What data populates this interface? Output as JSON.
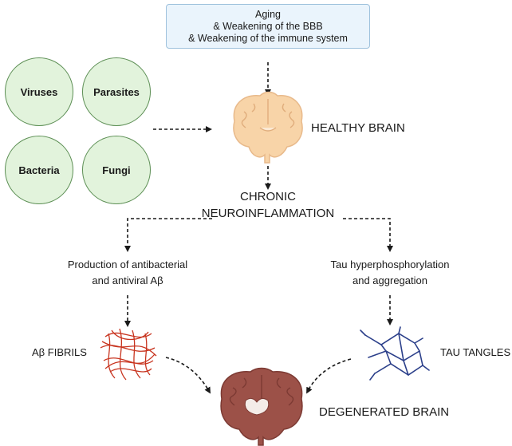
{
  "top_box": {
    "line1": "Aging",
    "line2": "& Weakening of the BBB",
    "line3": "& Weakening of the immune system"
  },
  "pathogens": [
    "Viruses",
    "Parasites",
    "Bacteria",
    "Fungi"
  ],
  "healthy_brain_label": "HEALTHY BRAIN",
  "neuroinflammation": {
    "line1": "CHRONIC",
    "line2": "NEUROINFLAMMATION"
  },
  "left_branch": {
    "line1": "Production of antibacterial",
    "line2": "and antiviral Aβ"
  },
  "right_branch": {
    "line1": "Tau hyperphosphorylation",
    "line2": "and aggregation"
  },
  "fibrils_label": "Aβ FIBRILS",
  "tangles_label": "TAU TANGLES",
  "degenerated_brain_label": "DEGENERATED BRAIN",
  "colors": {
    "circle_fill": "#e2f3dc",
    "circle_border": "#5d8f55",
    "box_fill": "#eaf4fc",
    "box_border": "#9fc2dd",
    "healthy_brain": "#f8d4a8",
    "degenerated_brain": "#9c5148",
    "fibrils": "#c8341f",
    "tangles": "#2b3f8a"
  }
}
